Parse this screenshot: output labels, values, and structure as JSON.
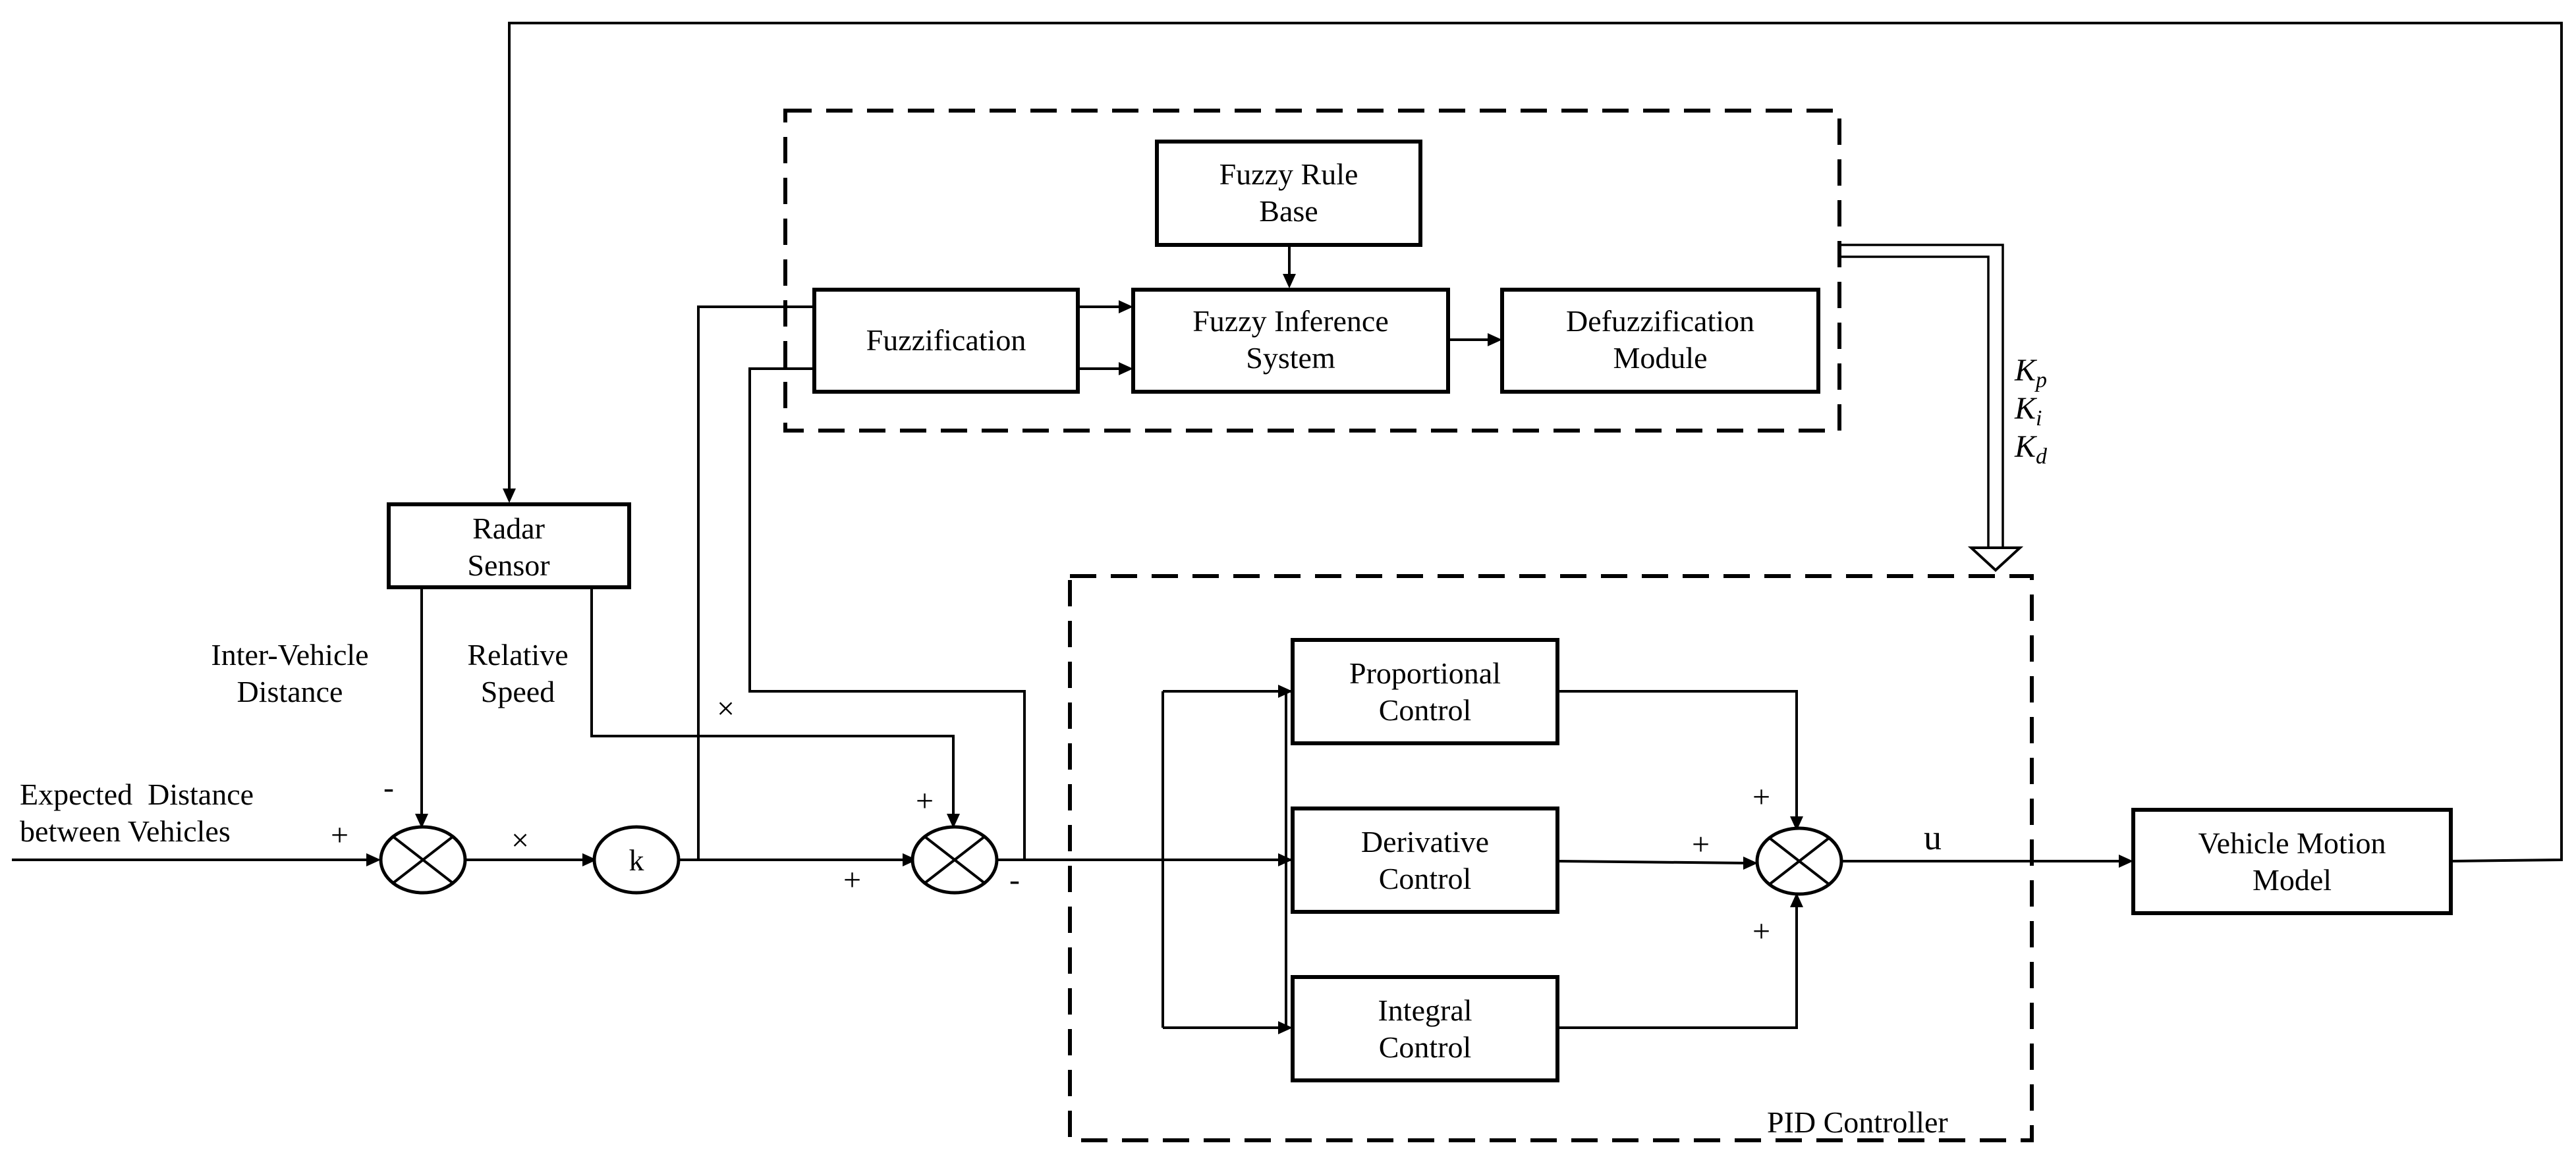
{
  "blocks": {
    "fuzzy_rule_base": [
      "Fuzzy Rule",
      "Base"
    ],
    "fuzzification": "Fuzzification",
    "fuzzy_inference_system": [
      "Fuzzy Inference",
      "System"
    ],
    "defuzzification_module": [
      "Defuzzification",
      "Module"
    ],
    "radar_sensor": [
      "Radar",
      "Sensor"
    ],
    "proportional_control": [
      "Proportional",
      "Control"
    ],
    "derivative_control": [
      "Derivative",
      "Control"
    ],
    "integral_control": [
      "Integral",
      "Control"
    ],
    "vehicle_motion_model": [
      "Vehicle Motion",
      "Model"
    ],
    "gain_k": "k"
  },
  "labels": {
    "inter_vehicle_distance": [
      "Inter-Vehicle",
      "Distance"
    ],
    "relative_speed": [
      "Relative",
      "Speed"
    ],
    "expected_distance": [
      "Expected  Distance",
      "between Vehicles"
    ],
    "pid_controller": "PID Controller",
    "control_signal": "u"
  },
  "gains": [
    {
      "symbol": "K",
      "subscript": "p"
    },
    {
      "symbol": "K",
      "subscript": "i"
    },
    {
      "symbol": "K",
      "subscript": "d"
    }
  ],
  "signs": {
    "sum1_top": "-",
    "sum1_left": "+",
    "sum1_out": "×",
    "sum2_top": "+",
    "sum2_left": "+",
    "sum2_bottom": "-",
    "fuzzy_cross": "×",
    "sum3_top": "+",
    "sum3_left": "+",
    "sum3_bottom": "+"
  }
}
